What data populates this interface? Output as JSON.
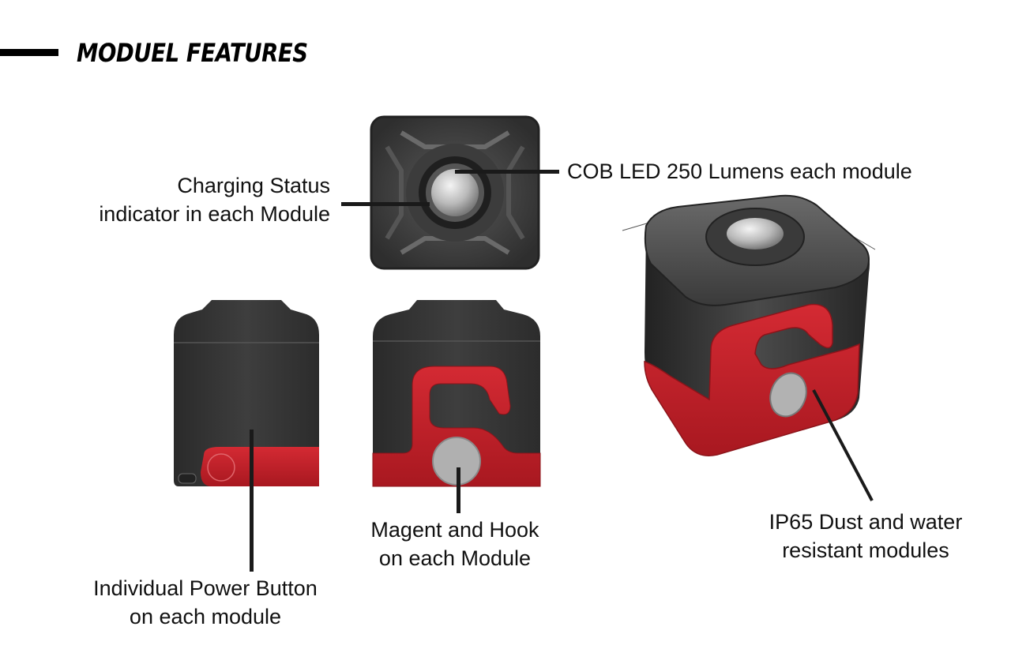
{
  "header": {
    "title": "MODUEL FEATURES"
  },
  "callouts": [
    {
      "id": "charging",
      "line1": "Charging Status",
      "line2": "indicator in each Module"
    },
    {
      "id": "cob",
      "line1": "COB LED 250 Lumens each module"
    },
    {
      "id": "power",
      "line1": "Individual Power Button",
      "line2": "on each module"
    },
    {
      "id": "magnet",
      "line1": "Magent and Hook",
      "line2": "on each Module"
    },
    {
      "id": "ip65",
      "line1": "IP65 Dust and water",
      "line2": "resistant modules"
    }
  ],
  "colors": {
    "body_dark": "#3a3a3a",
    "accent_red": "#c0202a",
    "lens_gray": "#b5b5b5",
    "leader_line": "#1a1a1a"
  },
  "illustrations": [
    {
      "name": "top-view-module"
    },
    {
      "name": "side-view-module"
    },
    {
      "name": "front-view-module"
    },
    {
      "name": "perspective-view-module"
    }
  ]
}
